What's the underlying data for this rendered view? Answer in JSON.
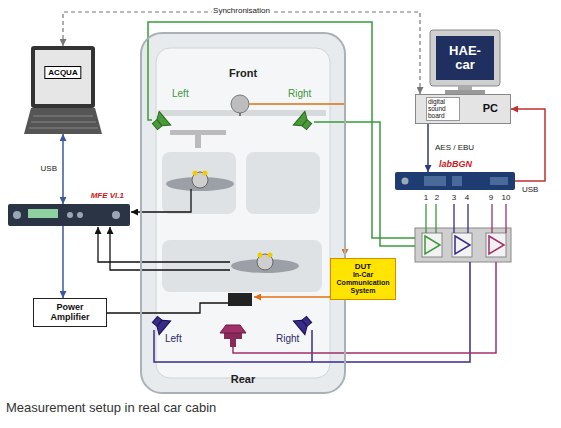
{
  "diagram": {
    "caption": "Measurement setup in real car cabin",
    "nodes": [
      {
        "text": [
          "ACQUA"
        ]
      },
      {
        "text": [
          "MFE VI.1"
        ]
      },
      {
        "text": [
          "Power Amplifier"
        ]
      },
      {
        "text": [
          "DUT",
          "In-Car Communication System"
        ]
      },
      {
        "text": [
          "HAE-car"
        ]
      },
      {
        "text": [
          "digital sound board",
          "PC"
        ]
      },
      {
        "text": [
          "labBGN"
        ]
      },
      {
        "text": [
          "Front",
          "Rear"
        ]
      }
    ],
    "edges": [
      {
        "from": 0,
        "to": 1,
        "label": "USB",
        "arrow": "both"
      },
      {
        "from": 1,
        "to": 2,
        "arrow": "to"
      },
      {
        "from": 0,
        "to": 5,
        "label": "Synchronisation",
        "arrow": "both"
      },
      {
        "from": 5,
        "to": 6,
        "label": "AES / EBU",
        "arrow": "to"
      },
      {
        "from": 6,
        "to": 5,
        "label": "USB",
        "arrow": "to"
      }
    ],
    "labels": [
      "Left",
      "Right",
      "Left",
      "Right",
      "1",
      "2",
      "3",
      "4",
      "9",
      "10"
    ]
  }
}
